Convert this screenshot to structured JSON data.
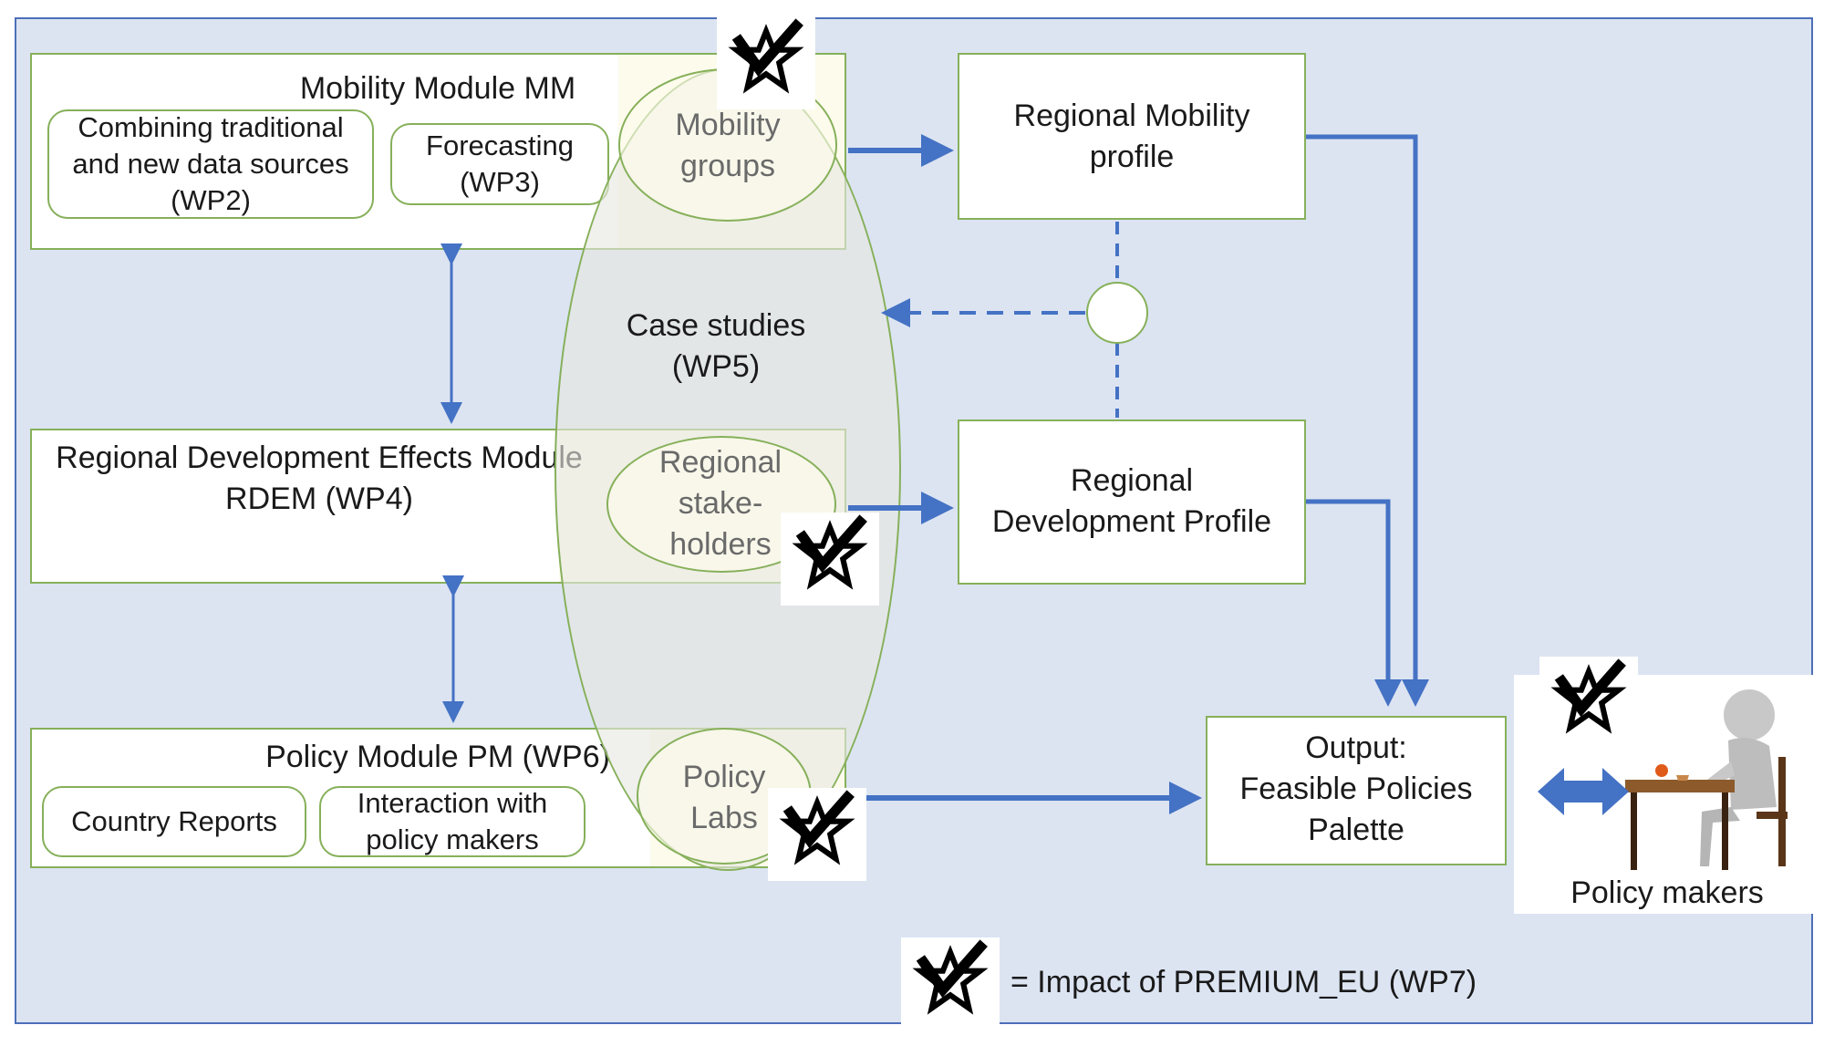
{
  "mobility_module": {
    "title": "Mobility Module MM",
    "combining": "Combining traditional\nand new data sources\n(WP2)",
    "forecasting": "Forecasting\n(WP3)"
  },
  "rdem_module": {
    "title": "Regional Development Effects Module\nRDEM (WP4)"
  },
  "policy_module": {
    "title": "Policy Module PM (WP6)",
    "country_reports": "Country Reports",
    "interaction": "Interaction with\npolicy makers"
  },
  "case_studies": {
    "label": "Case studies\n(WP5)",
    "mobility_groups": "Mobility\ngroups",
    "regional_stakeholders": "Regional\nstake-\nholders",
    "policy_labs": "Policy\nLabs"
  },
  "profiles": {
    "mobility": "Regional Mobility\nprofile",
    "development": "Regional\nDevelopment Profile"
  },
  "output": {
    "label": "Output:\nFeasible Policies\nPalette"
  },
  "policy_makers": {
    "label": "Policy makers"
  },
  "legend": {
    "text": "= Impact of PREMIUM_EU (WP7)",
    "icon": "impact-star-icon"
  },
  "colors": {
    "background": "#dce4f2",
    "arrow": "#4472c4",
    "box_border": "#86b05a",
    "ellipse_fill": "#e6e6e0"
  }
}
